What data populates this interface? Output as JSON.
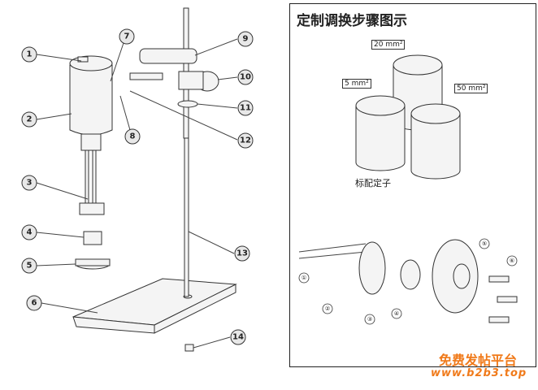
{
  "left_callouts": [
    "1",
    "2",
    "3",
    "4",
    "5",
    "6",
    "7",
    "8",
    "9",
    "10",
    "11",
    "12",
    "13",
    "14"
  ],
  "panel": {
    "title": "定制调换步骤图示",
    "screens": [
      "20 mm²",
      "5 mm²",
      "50 mm²"
    ],
    "caption": "标配定子",
    "callouts": [
      "①",
      "②",
      "③",
      "④",
      "⑤",
      "⑥"
    ]
  },
  "watermark": {
    "line1": "免费发帖平台",
    "line2": "www.b2b3.top"
  }
}
